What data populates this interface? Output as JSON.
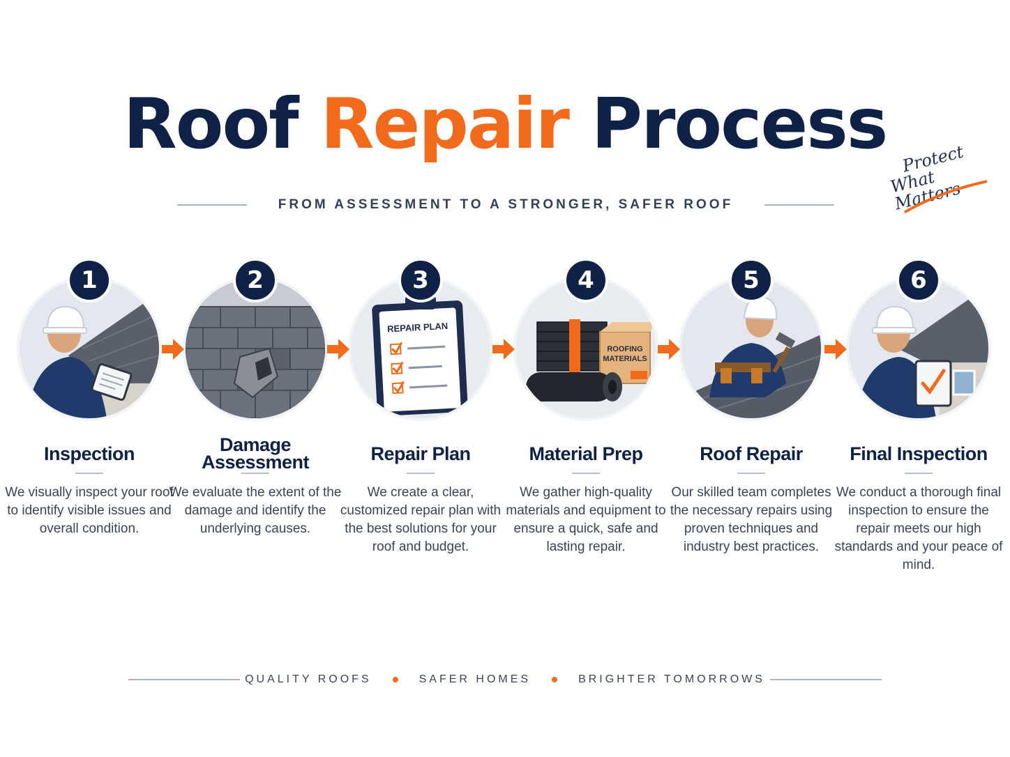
{
  "header": {
    "title_part1": "Roof",
    "title_part2": "Repair",
    "title_part3": "Process",
    "subtitle": "FROM ASSESSMENT TO A STRONGER, SAFER ROOF",
    "tagline_line1": "Protect",
    "tagline_line2": "What Matters"
  },
  "colors": {
    "navy": "#0f2147",
    "orange": "#f26b1d",
    "gray_text": "#3a4356"
  },
  "steps": [
    {
      "number": "1",
      "title": "Inspection",
      "icon": "inspector-tablet-icon",
      "description": "We visually inspect your roof to identify visible issues and overall condition."
    },
    {
      "number": "2",
      "title": "Damage Assessment",
      "icon": "damaged-shingles-icon",
      "description": "We evaluate the extent of the damage and identify the underlying causes."
    },
    {
      "number": "3",
      "title": "Repair Plan",
      "icon": "clipboard-checklist-icon",
      "clipboard_label": "REPAIR PLAN",
      "description": "We create a clear, customized repair plan with the best solutions for your roof and budget."
    },
    {
      "number": "4",
      "title": "Material Prep",
      "icon": "roofing-materials-icon",
      "box_label_line1": "ROOFING",
      "box_label_line2": "MATERIALS",
      "description": "We gather high-quality materials and equipment to ensure a quick, safe and lasting repair."
    },
    {
      "number": "5",
      "title": "Roof Repair",
      "icon": "roofer-hammer-icon",
      "description": "Our skilled team completes the necessary repairs using proven techniques and industry best practices."
    },
    {
      "number": "6",
      "title": "Final Inspection",
      "icon": "final-check-clipboard-icon",
      "description": "We conduct a thorough final inspection to ensure the repair meets our high standards and your peace of mind."
    }
  ],
  "footer": {
    "item1": "QUALITY ROOFS",
    "item2": "SAFER HOMES",
    "item3": "BRIGHTER TOMORROWS"
  }
}
